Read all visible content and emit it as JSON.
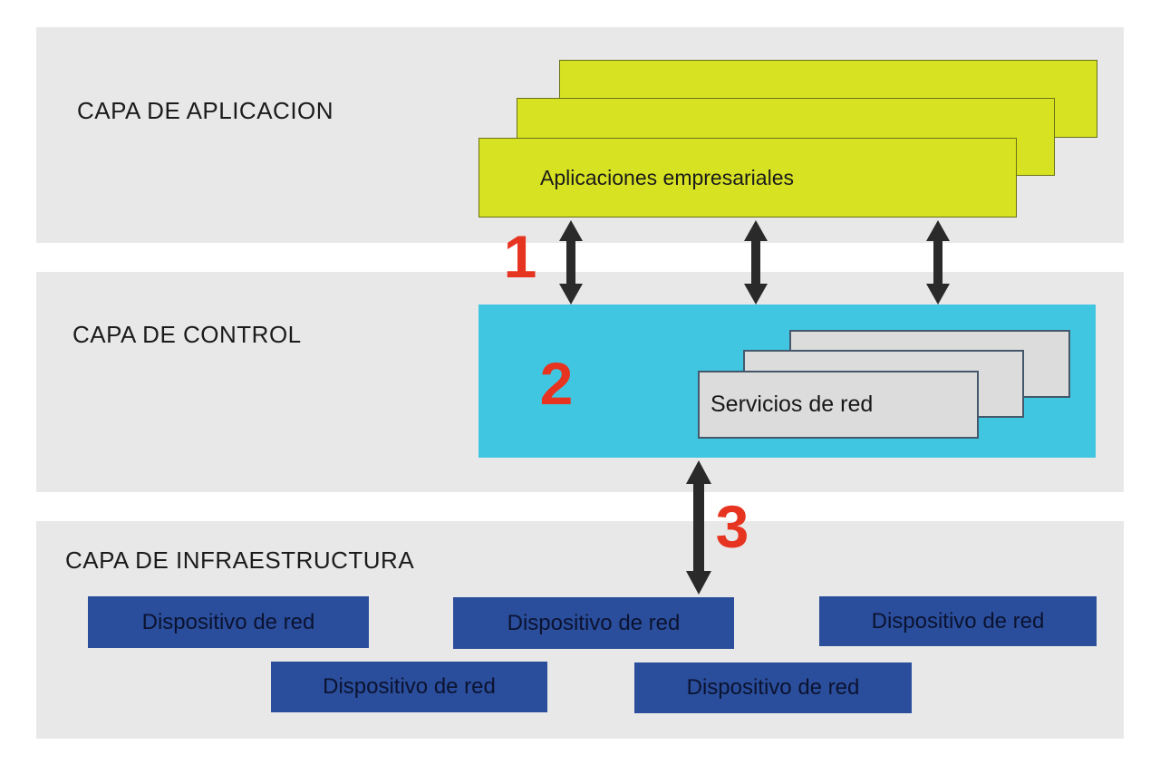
{
  "layers": {
    "application": {
      "label": "CAPA DE APLICACION",
      "stack_label": "Aplicaciones empresariales"
    },
    "control": {
      "label": "CAPA DE CONTROL",
      "stack_label": "Servicios de red"
    },
    "infrastructure": {
      "label": "CAPA DE INFRAESTRUCTURA",
      "devices": [
        "Dispositivo de red",
        "Dispositivo de red",
        "Dispositivo de red",
        "Dispositivo de red",
        "Dispositivo de red"
      ]
    }
  },
  "markers": {
    "app_to_control": "1",
    "control_box": "2",
    "control_to_infra": "3"
  },
  "colors": {
    "layer_band": "#e8e8e8",
    "application_box": "#d7e222",
    "application_box_border": "#6a7118",
    "control_box": "#41c6e1",
    "service_box": "#dcdcdc",
    "service_box_border": "#45586b",
    "device_box": "#2a4e9b",
    "device_text": "#0c1331",
    "marker_red": "#e63420",
    "arrow_black": "#2a2a2a"
  }
}
